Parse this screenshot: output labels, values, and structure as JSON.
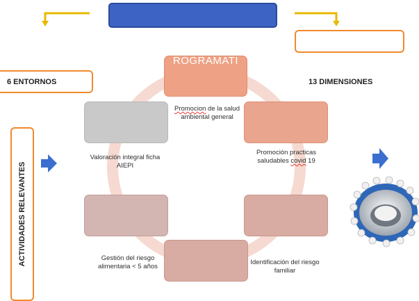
{
  "header": {
    "banner_text": ""
  },
  "left_panel": {
    "entornos_label": "6 ENTORNOS",
    "actividades_label": "ACTIVIDADES RELEVANTES"
  },
  "right_panel": {
    "dimensiones_label": "13 DIMENSIONES"
  },
  "cycle": {
    "title_fragment": "ROGRAMATI",
    "items": [
      {
        "label_parts": [
          "Promocion",
          " de la salud ambiental general"
        ]
      },
      {
        "label_parts": [
          "Promoción practicas saludables ",
          "covid",
          " 19"
        ]
      },
      {
        "label": "Identificación del riesgo familiar"
      },
      {
        "label": "Gestión del riesgo alimentaria < 5 años"
      },
      {
        "label": "Valoración integral ficha AIEPI"
      }
    ]
  },
  "colors": {
    "banner": "#3d63c4",
    "accent_orange": "#f08a2c",
    "connector": "#e8b800",
    "arrow_blue": "#3a6fd0"
  }
}
